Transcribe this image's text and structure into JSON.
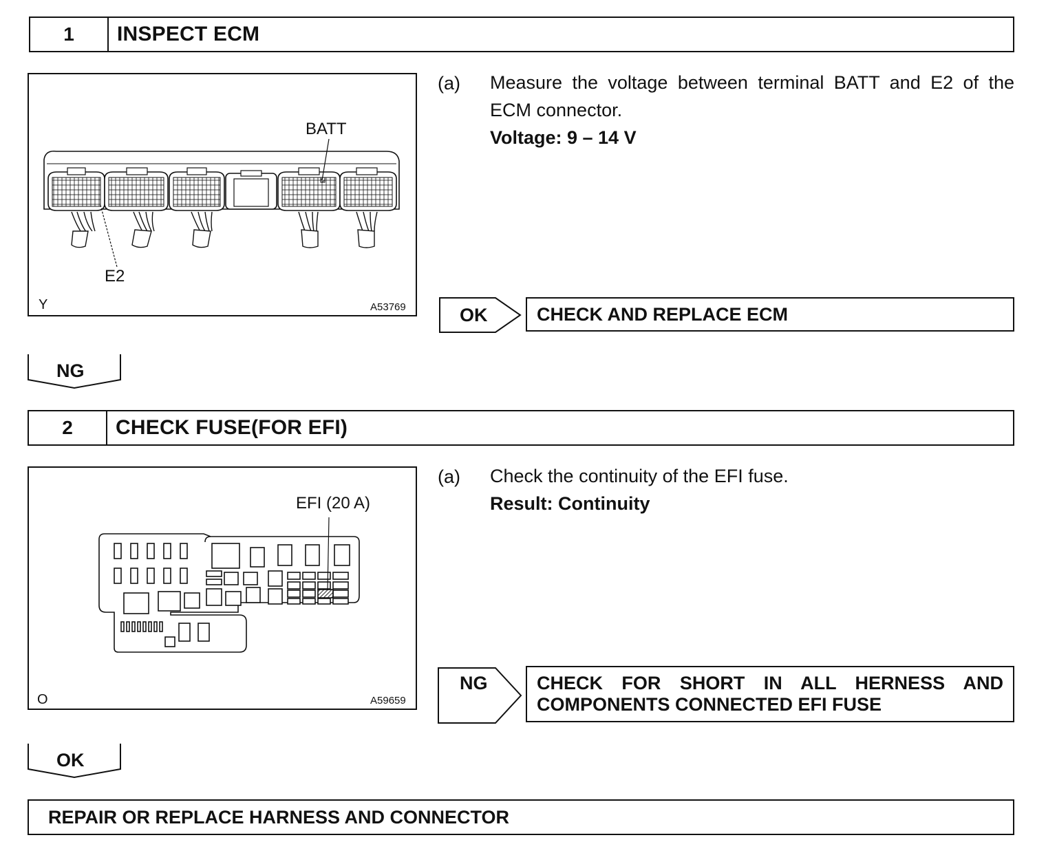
{
  "step1": {
    "number": "1",
    "title": "INSPECT ECM",
    "figure": {
      "label_batt": "BATT",
      "label_e2": "E2",
      "corner_letter": "Y",
      "figure_code": "A53769"
    },
    "item_tag": "(a)",
    "instruction": "Measure the voltage between terminal BATT and E2 of the ECM connector.",
    "result": "Voltage: 9 – 14 V",
    "ok_label": "OK",
    "ok_action": "CHECK AND REPLACE ECM",
    "ng_label": "NG"
  },
  "step2": {
    "number": "2",
    "title": "CHECK FUSE(FOR EFI)",
    "figure": {
      "label_fuse": "EFI (20 A)",
      "corner_letter": "O",
      "figure_code": "A59659"
    },
    "item_tag": "(a)",
    "instruction": "Check the continuity of the EFI fuse.",
    "result": "Result: Continuity",
    "ng_label": "NG",
    "ng_action_line1": "CHECK FOR SHORT IN ALL HERNESS AND",
    "ng_action_line2": "COMPONENTS CONNECTED EFI FUSE",
    "ok_label": "OK"
  },
  "final": {
    "action": "REPAIR OR REPLACE HARNESS AND CONNECTOR"
  }
}
